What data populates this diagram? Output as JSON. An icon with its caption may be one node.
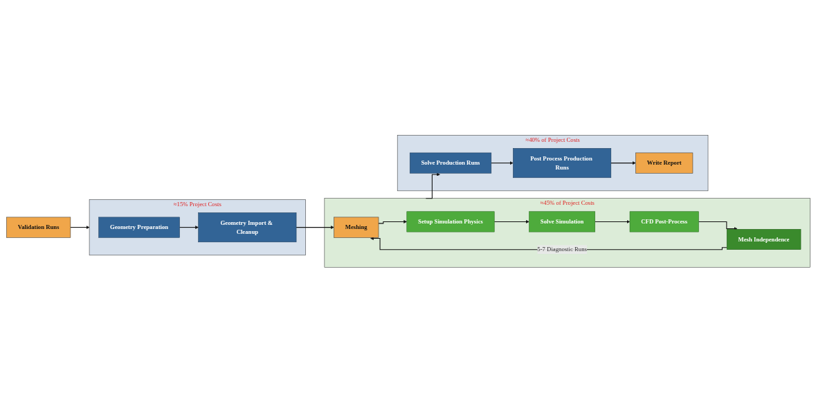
{
  "diagram": {
    "nodes": [
      {
        "text": [
          "Validation Runs"
        ]
      },
      {
        "text": [
          "≈15% Project Costs"
        ]
      },
      {
        "text": [
          "Geometry Preparation"
        ],
        "in": 1
      },
      {
        "text": [
          "Geometry Import & Cleanup"
        ],
        "in": 1
      },
      {
        "text": [
          "≈45% of Project Costs"
        ]
      },
      {
        "text": [
          "Meshing"
        ],
        "in": 4
      },
      {
        "text": [
          "Setup Simulation Physics"
        ],
        "in": 4
      },
      {
        "text": [
          "Solve Simulation"
        ],
        "in": 4
      },
      {
        "text": [
          "CFD Post-Process"
        ],
        "in": 4
      },
      {
        "text": [
          "Mesh Independence"
        ],
        "in": 4
      },
      {
        "text": [
          "≈40% of Project Costs"
        ]
      },
      {
        "text": [
          "Solve Production Runs"
        ],
        "in": 10
      },
      {
        "text": [
          "Post Process Production Runs"
        ],
        "in": 10
      },
      {
        "text": [
          "Write Report"
        ],
        "in": 10
      }
    ],
    "edges": [
      {
        "from": 0,
        "to": 1,
        "arrow": "to"
      },
      {
        "from": 2,
        "to": 3,
        "arrow": "to"
      },
      {
        "from": 3,
        "to": 5,
        "arrow": "to"
      },
      {
        "from": 5,
        "to": 6,
        "arrow": "to"
      },
      {
        "from": 6,
        "to": 7,
        "arrow": "to"
      },
      {
        "from": 7,
        "to": 8,
        "arrow": "to"
      },
      {
        "from": 8,
        "to": 9,
        "arrow": "to"
      },
      {
        "from": 9,
        "to": 5,
        "arrow": "to",
        "label": "5-7 Diagnostic Runs"
      },
      {
        "from": 4,
        "to": 11,
        "arrow": "to"
      },
      {
        "from": 11,
        "to": 12,
        "arrow": "to"
      },
      {
        "from": 12,
        "to": 13,
        "arrow": "to"
      }
    ]
  }
}
